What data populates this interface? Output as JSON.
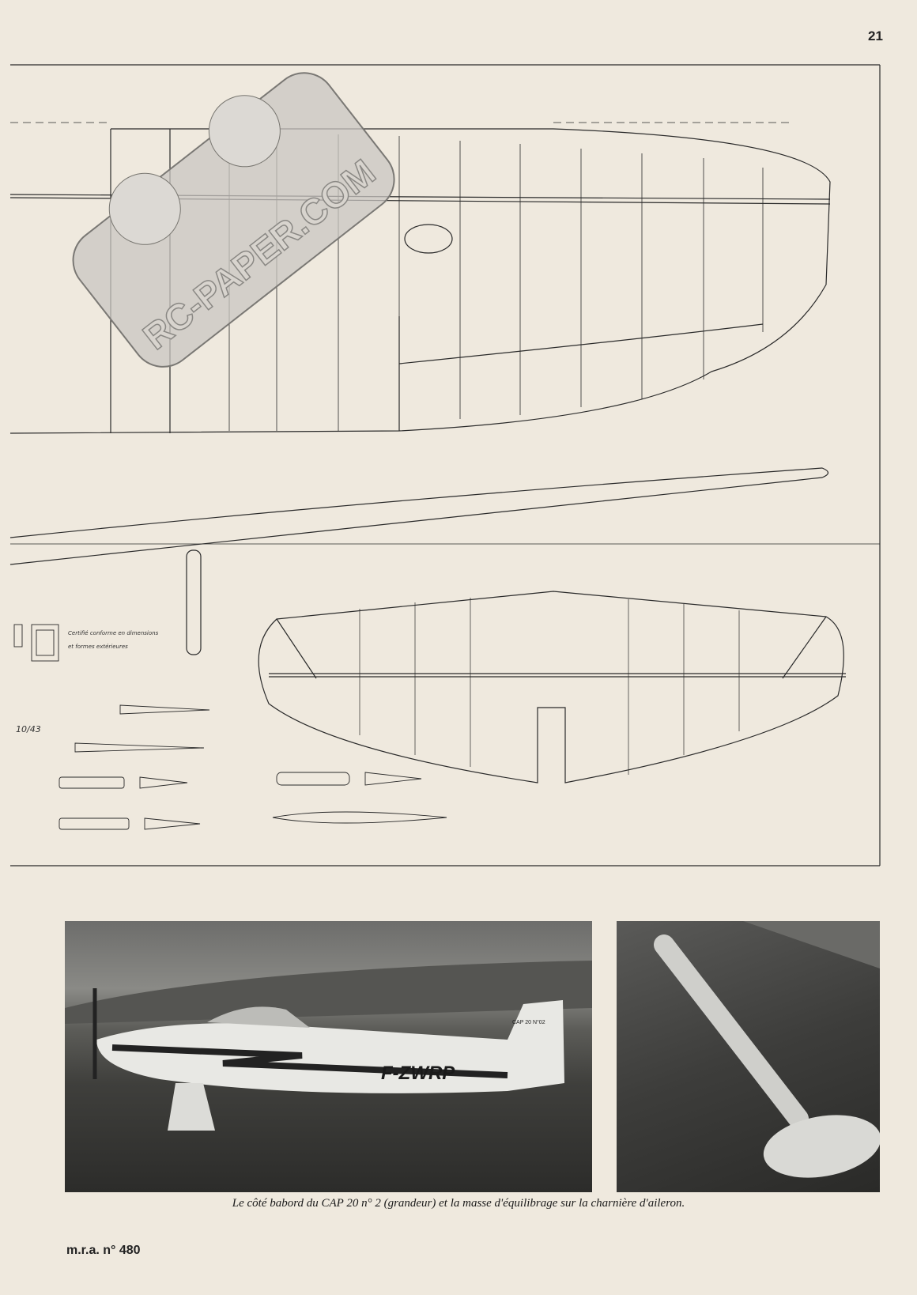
{
  "page_number": "21",
  "watermark": "RC-PAPER.COM",
  "drawing_notes": {
    "certification_line1": "Certifié conforme en dimensions",
    "certification_line2": "et formes extérieures",
    "scale_note": "10/43"
  },
  "photos": {
    "left_registration": "F-ZWRP",
    "left_tail_marking": "CAP 20 N°02"
  },
  "caption": "Le côté babord du CAP 20 n° 2 (grandeur) et la masse d'équilibrage sur la charnière d'aileron.",
  "footer": "m.r.a. n° 480"
}
